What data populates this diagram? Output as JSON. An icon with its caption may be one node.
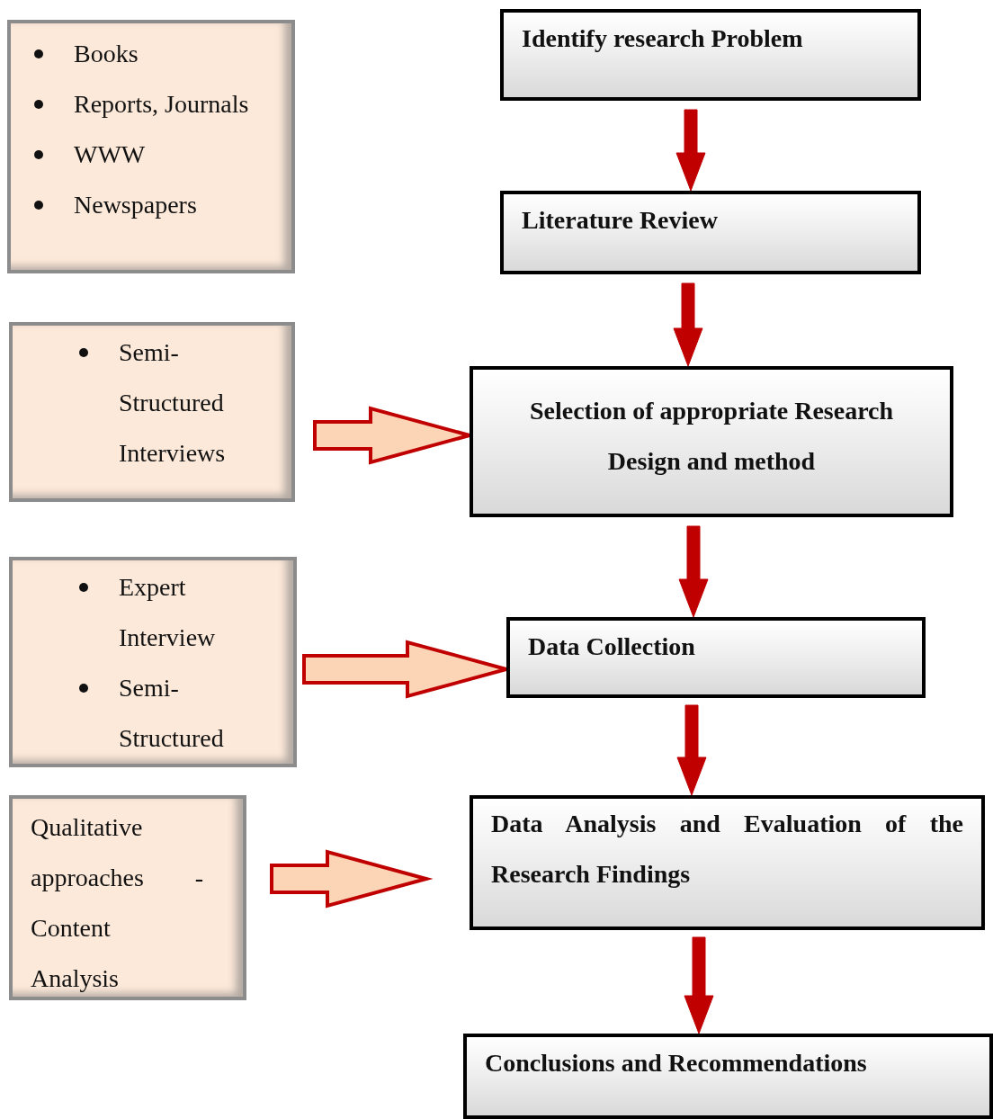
{
  "diagram": {
    "nodes": [
      {
        "text": [
          "Books",
          "Reports, Journals",
          "WWW",
          "Newspapers"
        ]
      },
      {
        "text": [
          "Semi-Structured Interviews"
        ]
      },
      {
        "text": [
          "Expert Interview",
          "Semi-Structured"
        ]
      },
      {
        "text": [
          "Qualitative approaches - Content Analysis"
        ]
      },
      {
        "text": [
          "Identify research Problem"
        ]
      },
      {
        "text": [
          "Literature Review"
        ]
      },
      {
        "text": [
          "Selection of appropriate Research Design and method"
        ]
      },
      {
        "text": [
          "Data Collection"
        ]
      },
      {
        "text": [
          "Data Analysis and Evaluation of the Research Findings"
        ]
      },
      {
        "text": [
          "Conclusions and Recommendations"
        ]
      }
    ],
    "edges": [
      {
        "from": 4,
        "to": 5,
        "arrow": "to",
        "style": "thick"
      },
      {
        "from": 5,
        "to": 6,
        "arrow": "to",
        "style": "thick"
      },
      {
        "from": 6,
        "to": 7,
        "arrow": "to",
        "style": "thick"
      },
      {
        "from": 7,
        "to": 8,
        "arrow": "to",
        "style": "thick"
      },
      {
        "from": 8,
        "to": 9,
        "arrow": "to",
        "style": "thick"
      },
      {
        "from": 1,
        "to": 6,
        "arrow": "to",
        "style": "thick",
        "color": "#fbd5b5"
      },
      {
        "from": 2,
        "to": 7,
        "arrow": "to",
        "style": "thick",
        "color": "#fbd5b5"
      },
      {
        "from": 3,
        "to": 8,
        "arrow": "to",
        "style": "thick",
        "color": "#fbd5b5"
      }
    ]
  }
}
